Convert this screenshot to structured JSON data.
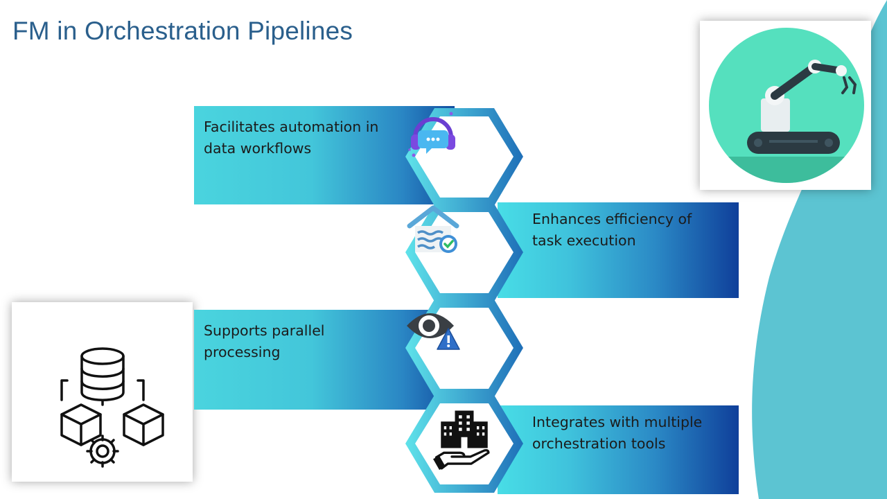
{
  "slide": {
    "title": "FM in Orchestration Pipelines"
  },
  "items": [
    {
      "label": "Facilitates automation in data workflows",
      "icon": "customer-support-headset-icon"
    },
    {
      "label": "Enhances efficiency of task execution",
      "icon": "warehouse-check-icon"
    },
    {
      "label": "Supports parallel processing",
      "icon": "eye-warning-icon"
    },
    {
      "label": "Integrates with multiple orchestration tools",
      "icon": "building-hand-icon"
    }
  ],
  "images": {
    "top_right": "robotic-arm-icon",
    "bottom_left": "database-network-icon"
  },
  "colors": {
    "title": "#2a5f8c",
    "band_light": "#4ad4de",
    "band_dark": "#134ea0",
    "wave": "#5cc4d2",
    "robot_circle": "#55e0be"
  }
}
